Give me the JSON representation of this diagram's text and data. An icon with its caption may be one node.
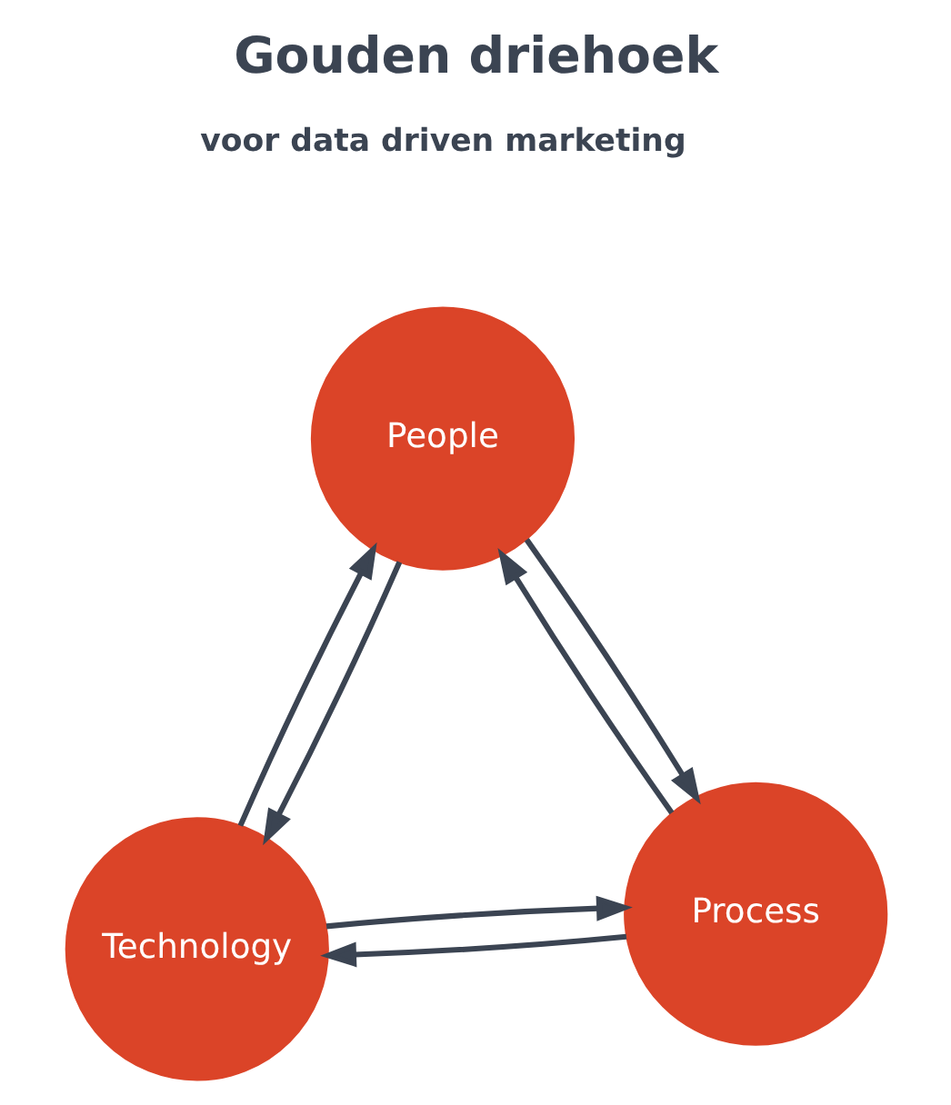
{
  "diagram": {
    "title": "Gouden driehoek",
    "nodes": [
      {
        "text": [
          "People"
        ]
      },
      {
        "text": [
          "Technology"
        ]
      },
      {
        "text": [
          "Process"
        ]
      }
    ],
    "edges": [
      {
        "from": 1,
        "to": 0,
        "arrow": "to"
      },
      {
        "from": 0,
        "to": 1,
        "arrow": "to"
      },
      {
        "from": 0,
        "to": 2,
        "arrow": "to"
      },
      {
        "from": 2,
        "to": 0,
        "arrow": "to"
      },
      {
        "from": 1,
        "to": 2,
        "arrow": "to"
      },
      {
        "from": 2,
        "to": 1,
        "arrow": "to"
      }
    ],
    "labels": [
      "voor data driven marketing"
    ]
  }
}
